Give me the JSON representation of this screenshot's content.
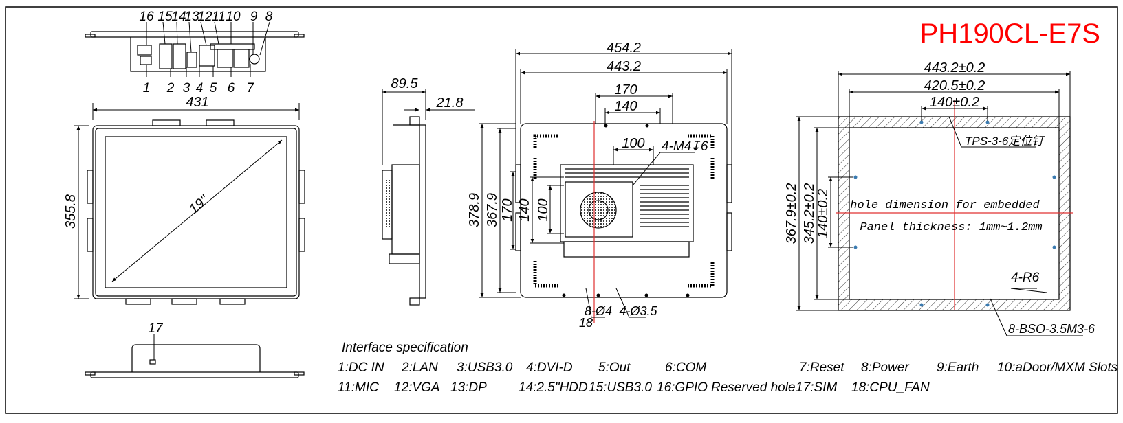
{
  "title": "PH190CL-E7S",
  "colors": {
    "title": "#ff0000",
    "centerline": "#e03030",
    "line": "#000000"
  },
  "rear_io_numbers": {
    "top": [
      "16",
      "15",
      "14",
      "13",
      "12",
      "11",
      "10",
      "9",
      "8"
    ],
    "bottom": [
      "1",
      "2",
      "3",
      "4",
      "5",
      "6",
      "7"
    ]
  },
  "front_view": {
    "width": "431",
    "height": "355.8",
    "diagonal": "19\""
  },
  "bottom_view": {
    "callout": "17"
  },
  "side_view": {
    "depth": "89.5",
    "front_depth": "21.8"
  },
  "rear_view": {
    "width_outer": "454.2",
    "width_inner": "443.2",
    "vesa_outer": "170",
    "vesa_inner": "140",
    "vesa_small": "100",
    "height_outer": "378.9",
    "height_inner": "367.9",
    "h170": "170",
    "h140": "140",
    "h100": "100",
    "screw_note": "4-M4",
    "screw_depth_symbol": "↧6",
    "hole_8": "8-Ø4",
    "hole_4": "4-Ø3.5",
    "callout": "18"
  },
  "cutout": {
    "w1": "443.2±0.2",
    "w2": "420.5±0.2",
    "w3": "140±0.2",
    "h1": "367.9±0.2",
    "h2": "345.2±0.2",
    "h3": "140±0.2",
    "pin_note": "TPS-3-6定位钉",
    "hole_note": "hole dimension for embedded",
    "panel_note": "Panel thickness: 1mm~1.2mm",
    "radius": "4-R6",
    "bso": "8-BSO-3.5M3-6"
  },
  "interface": {
    "heading": "Interface specification",
    "row1": [
      "1:DC IN",
      "2:LAN",
      "3:USB3.0",
      "4:DVI-D",
      "5:Out",
      "6:COM",
      "7:Reset",
      "8:Power",
      "9:Earth",
      "10:aDoor/MXM Slots"
    ],
    "row2": [
      "11:MIC",
      "12:VGA",
      "13:DP",
      "14:2.5\"HDD",
      "15:USB3.0",
      "16:GPIO",
      "Reserved hole",
      "17:SIM",
      "18:CPU_FAN"
    ]
  }
}
